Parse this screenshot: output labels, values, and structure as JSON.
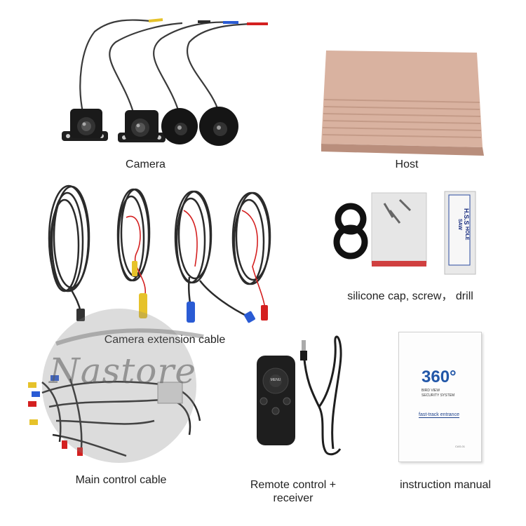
{
  "captions": {
    "camera": "Camera",
    "host": "Host",
    "accessories": "silicone cap, screw， drill",
    "extension_cable": "Camera extension cable",
    "main_cable": "Main control cable",
    "remote_line1": "Remote control +",
    "remote_line2": "receiver",
    "manual": "instruction manual"
  },
  "watermark": {
    "text": "Nastore"
  },
  "remote": {
    "menu_label": "MENU"
  },
  "manual": {
    "number": "360°",
    "line1": "BIRD VIEW",
    "line2": "SECURITY SYSTEM",
    "line3": "fast-track entrance",
    "footer": "CAS-01"
  },
  "drill_box": {
    "label": "H.S.S",
    "sub": "HOLE SAW"
  },
  "colors": {
    "host": "#d9b2a0",
    "cable": "#2b2b2b",
    "red_wire": "#d42020",
    "yellow_plug": "#e6c22a",
    "blue_plug": "#2a5bd4"
  }
}
